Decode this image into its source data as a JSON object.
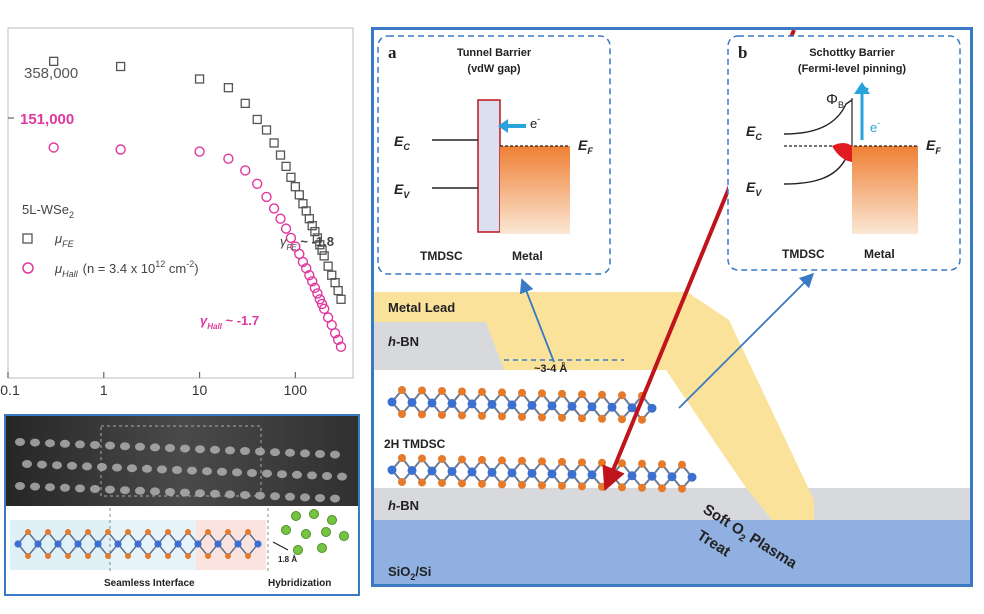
{
  "chart": {
    "label_358": "358,000",
    "label_151": "151,000",
    "sample": "5L-WSe",
    "sample_sub": "2",
    "mu": "μ",
    "fe_sub": "FE",
    "hall_sub": "Hall",
    "hall_formula": "(n = 3.4 x 10",
    "hall_exp": "12",
    "hall_unit": " cm",
    "hall_unit_exp": "-2",
    "hall_close": ")",
    "gamma": "γ",
    "gamma_fe_value": " ~ -1.8",
    "gamma_hall_value": " ~ -1.7",
    "x_ticks": [
      "0.1",
      "1",
      "10",
      "100"
    ],
    "fe_color": "#555555",
    "hall_color": "#e0389e"
  },
  "chart_data": {
    "type": "scatter",
    "x_scale": "log",
    "xlim": [
      0.1,
      400
    ],
    "series": [
      {
        "marker": "square",
        "x": [
          0.3,
          1.5,
          10,
          20,
          30,
          40,
          50,
          60,
          70,
          80,
          90,
          100,
          110,
          120,
          130,
          140,
          150,
          160,
          170,
          180,
          190,
          200,
          220,
          240,
          260,
          280,
          300
        ],
        "y": [
          358000,
          340000,
          300000,
          275000,
          235000,
          200000,
          180000,
          158000,
          140000,
          125000,
          112000,
          102000,
          94000,
          86000,
          80000,
          74000,
          69000,
          65000,
          61000,
          57000,
          54000,
          51000,
          46000,
          42000,
          39000,
          36000,
          33000
        ]
      },
      {
        "marker": "circle",
        "x": [
          0.3,
          1.5,
          10,
          20,
          30,
          40,
          50,
          60,
          70,
          80,
          90,
          100,
          110,
          120,
          130,
          140,
          150,
          160,
          170,
          180,
          190,
          200,
          220,
          240,
          260,
          280,
          300
        ],
        "y": [
          151000,
          148000,
          145000,
          135000,
          120000,
          105000,
          92000,
          82000,
          74000,
          67000,
          61000,
          56000,
          52000,
          48000,
          45000,
          42000,
          39500,
          37000,
          35000,
          33000,
          31500,
          30000,
          27500,
          25500,
          23500,
          22000,
          20500
        ]
      }
    ]
  },
  "stem": {
    "bond_length": "1.8 Å",
    "seamless_label": "Seamless Interface",
    "hybrid_label": "Hybridization"
  },
  "main": {
    "panel_a": {
      "letter": "a",
      "title1": "Tunnel Barrier",
      "title2": "(vdW gap)",
      "ec": "E",
      "ec_sub": "C",
      "ev": "E",
      "ev_sub": "V",
      "ef": "E",
      "ef_sub": "F",
      "electron": "e",
      "electron_sup": "-",
      "left_label": "TMDSC",
      "right_label": "Metal"
    },
    "panel_b": {
      "letter": "b",
      "title1": "Schottky Barrier",
      "title2": "(Fermi-level pinning)",
      "phi": "Φ",
      "phi_sub": "B",
      "ec": "E",
      "ec_sub": "C",
      "ev": "E",
      "ev_sub": "V",
      "ef": "E",
      "ef_sub": "F",
      "electron": "e",
      "electron_sup": "-",
      "left_label": "TMDSC",
      "right_label": "Metal"
    },
    "layers": {
      "metal_lead": "Metal Lead",
      "hbn_top_italic": "h",
      "hbn_top_rest": "-BN",
      "gap": "~3-4 Å",
      "tmdsc": "2H TMDSC",
      "hbn_bot_italic": "h",
      "hbn_bot_rest": "-BN",
      "substrate": "SiO",
      "substrate_sub": "2",
      "substrate_rest": "/Si"
    },
    "plasma_line1": "Soft O",
    "plasma_sub": "2",
    "plasma_line1_rest": " Plasma",
    "plasma_line2": "Treat"
  },
  "colors": {
    "panel_border": "#3a79c4",
    "metal_lead": "#fbe29a",
    "hbn": "#d7d9dc",
    "substrate": "#8fb0e0",
    "metal_orange": "#f08a3a",
    "chalcogen": "#e57a2b",
    "transition_metal": "#3b6fd0",
    "plasma_arrow": "#c0141c",
    "electron_blue": "#29a3dc"
  }
}
